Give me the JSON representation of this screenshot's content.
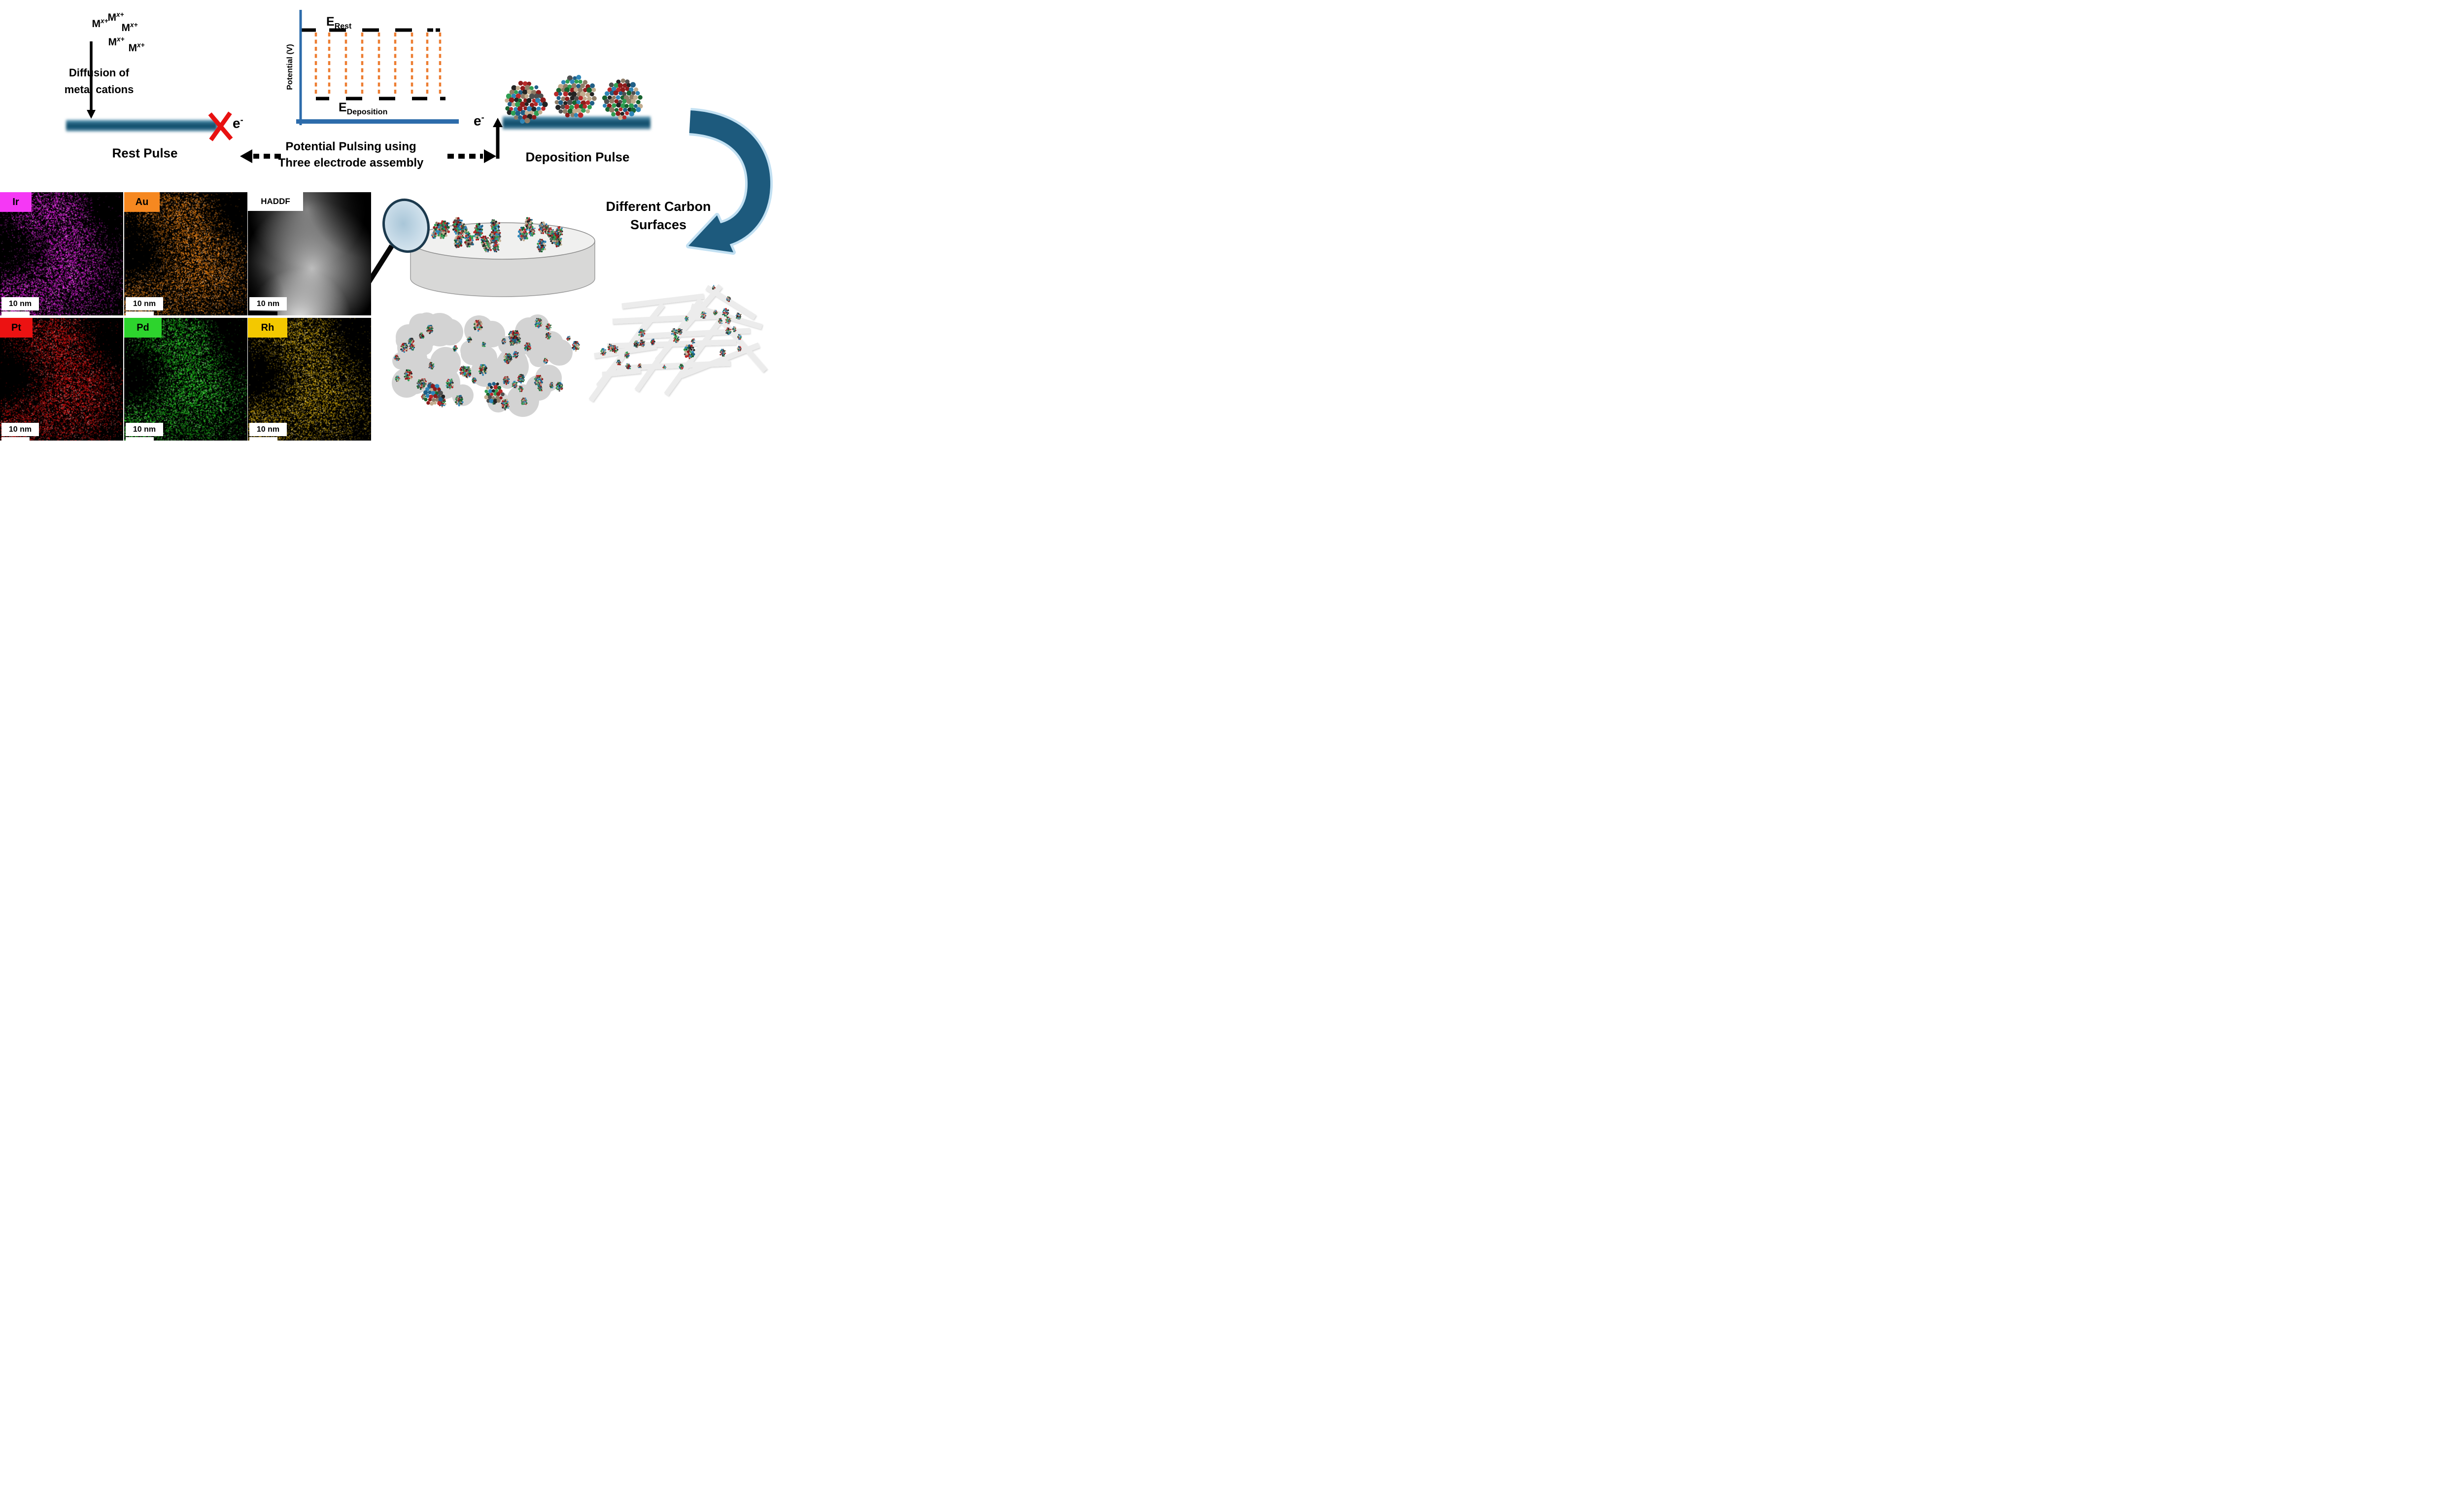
{
  "figure": {
    "rest": {
      "cation_base": "M",
      "cation_sup": "x+",
      "diffusion_line1": "Diffusion of",
      "diffusion_line2": "metal cations",
      "electron_base": "e",
      "electron_sup": "-",
      "title": "Rest Pulse"
    },
    "graph": {
      "y_axis_label": "Potential (V)",
      "e_rest_base": "E",
      "e_rest_sub": "Rest",
      "e_dep_base": "E",
      "e_dep_sub": "Deposition",
      "caption_line1": "Potential Pulsing using",
      "caption_line2": "Three electrode assembly",
      "axis_color": "#2d6cab",
      "pulse_color": "#ed7d31",
      "level_color": "#000000"
    },
    "deposition": {
      "electron_base": "e",
      "electron_sup": "-",
      "title": "Deposition Pulse"
    },
    "carbon": {
      "title_line1": "Different Carbon",
      "title_line2": "Surfaces",
      "arrow_color": "#1d5a7d",
      "arrow_glow": "#c2e0f2"
    },
    "eds": {
      "scale_label": "10 nm",
      "panels": [
        {
          "label": "Ir",
          "box_color": "#f538f5",
          "map_color": "#e21ae2",
          "bar_color": "#ffffff"
        },
        {
          "label": "Au",
          "box_color": "#f68820",
          "map_color": "#e87f12",
          "bar_color": "#ffffff"
        },
        {
          "label": "HADDF",
          "box_color": "#ffffff",
          "map_color": "gray",
          "bar_color": "#000000"
        },
        {
          "label": "Pt",
          "box_color": "#ec1212",
          "map_color": "#d90f0f",
          "bar_color": "#ffffff"
        },
        {
          "label": "Pd",
          "box_color": "#2dd42d",
          "map_color": "#1ec41e",
          "bar_color": "#ffffff"
        },
        {
          "label": "Rh",
          "box_color": "#f3c800",
          "map_color": "#c8a008",
          "bar_color": "#ffffff"
        }
      ]
    }
  }
}
